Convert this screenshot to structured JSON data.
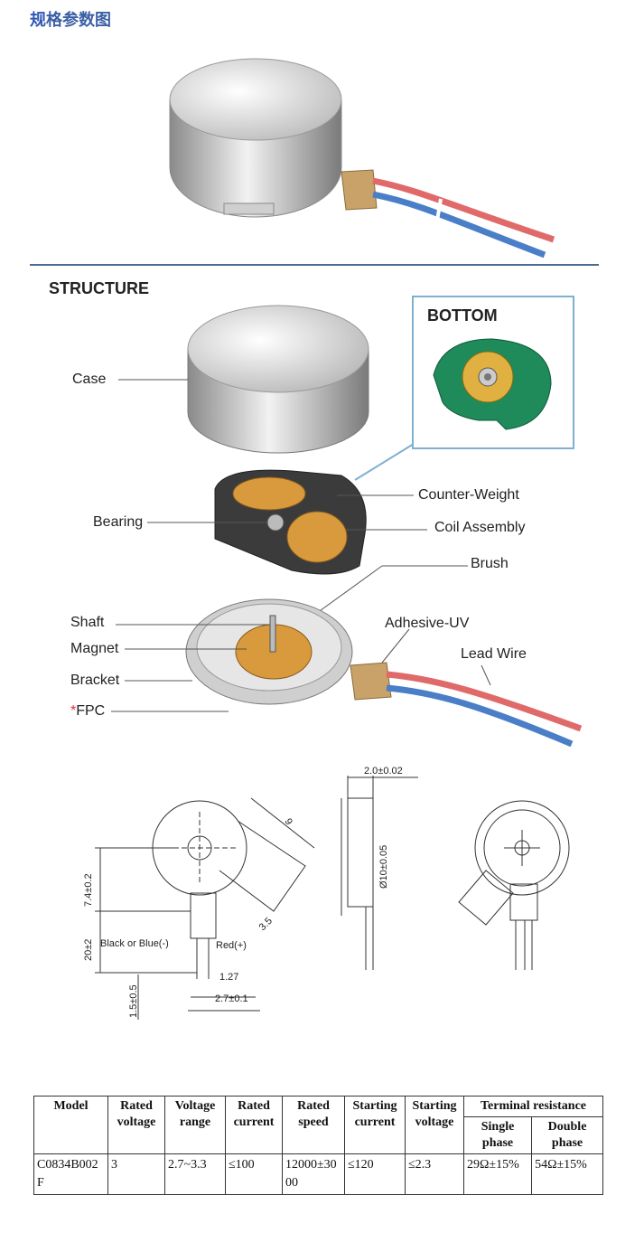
{
  "page": {
    "heading_first": "规",
    "heading_rest": "格参数图"
  },
  "structure": {
    "title": "STRUCTURE",
    "bottom_title": "BOTTOM",
    "labels": {
      "case": "Case",
      "bearing": "Bearing",
      "counter_weight": "Counter-Weight",
      "coil_assembly": "Coil Assembly",
      "brush": "Brush",
      "shaft": "Shaft",
      "magnet": "Magnet",
      "bracket": "Bracket",
      "fpc_mark": "*",
      "fpc": "FPC",
      "adhesive": "Adhesive-UV",
      "lead_wire": "Lead Wire"
    }
  },
  "drawing": {
    "dim_thickness": "2.0±0.02",
    "dim_diameter": "Ø10±0.05",
    "dim_9": "9",
    "dim_74": "7.4±0.2",
    "dim_35": "3.5",
    "dim_20": "20±2",
    "dim_15": "1.5±0.5",
    "dim_127": "1.27",
    "dim_27": "2.7±0.1",
    "black_blue": "Black or Blue(-)",
    "red": "Red(+)"
  },
  "table": {
    "headers": {
      "model": "Model",
      "rated_voltage": "Rated voltage",
      "voltage_range": "Voltage range",
      "rated_current": "Rated current",
      "rated_speed": "Rated speed",
      "starting_current": "Starting current",
      "starting_voltage": "Starting voltage",
      "terminal_resistance": "Terminal resistance",
      "single_phase": "Single phase",
      "double_phase": "Double phase"
    },
    "row": {
      "model": "C0834B002F",
      "rated_voltage": "3",
      "voltage_range": "2.7~3.3",
      "rated_current": "≤100",
      "rated_speed": "12000±3000",
      "starting_current": "≤120",
      "starting_voltage": "≤2.3",
      "single_phase": "29Ω±15%",
      "double_phase": "54Ω±15%"
    }
  },
  "colors": {
    "heading": "#3b5fa5",
    "divider": "#4a6b96",
    "bottom_box_border": "#7fb0cf",
    "wire_red": "#e06a6a",
    "wire_blue": "#4a7fc8",
    "pcb_green": "#1f8a5a",
    "coil_orange": "#d89a3c"
  }
}
